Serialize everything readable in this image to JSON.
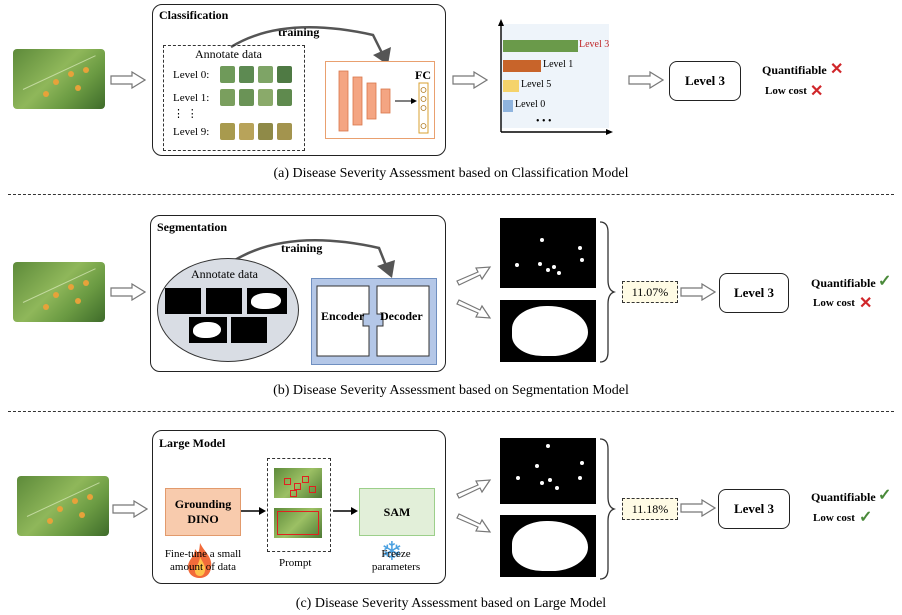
{
  "panel_a": {
    "title": "Classification",
    "training_label": "training",
    "annotate_label": "Annotate data",
    "levels": [
      "Level 0:",
      "Level 1:",
      "⋮   ⋮",
      "Level 9:"
    ],
    "fc_label": "FC",
    "chart_labels": [
      "Level 3",
      "Level 1",
      "Level 5",
      "Level 0"
    ],
    "chart_dots": "• • •",
    "result": "Level 3",
    "quantifiable": "Quantifiable",
    "low_cost": "Low cost",
    "caption": "(a) Disease Severity Assessment based on Classification Model"
  },
  "panel_b": {
    "title": "Segmentation",
    "training_label": "training",
    "annotate_label": "Annotate data",
    "encoder": "Encoder",
    "decoder": "Decoder",
    "percent": "11.07%",
    "result": "Level 3",
    "quantifiable": "Quantifiable",
    "low_cost": "Low cost",
    "caption": "(b) Disease Severity Assessment based on Segmentation Model"
  },
  "panel_c": {
    "title": "Large Model",
    "grounding": "Grounding DINO",
    "finetune": "Fine-tune a small amount of data",
    "prompt": "Prompt",
    "sam": "SAM",
    "freeze": "Freeze parameters",
    "percent": "11.18%",
    "result": "Level 3",
    "quantifiable": "Quantifiable",
    "low_cost": "Low cost",
    "caption": "(c) Disease Severity Assessment based on Large Model"
  },
  "colors": {
    "bar_level3": "#6a9a4a",
    "bar_level1": "#c8642a",
    "bar_level5": "#f5d36a",
    "bar_level0": "#8fb4de",
    "encoder_bg": "#b4c7e7",
    "grounding_bg": "#f8cbad",
    "sam_bg": "#e2efd9",
    "fc_bar": "#f4a582",
    "check": "#4a8a3a",
    "cross": "#d0262a"
  }
}
